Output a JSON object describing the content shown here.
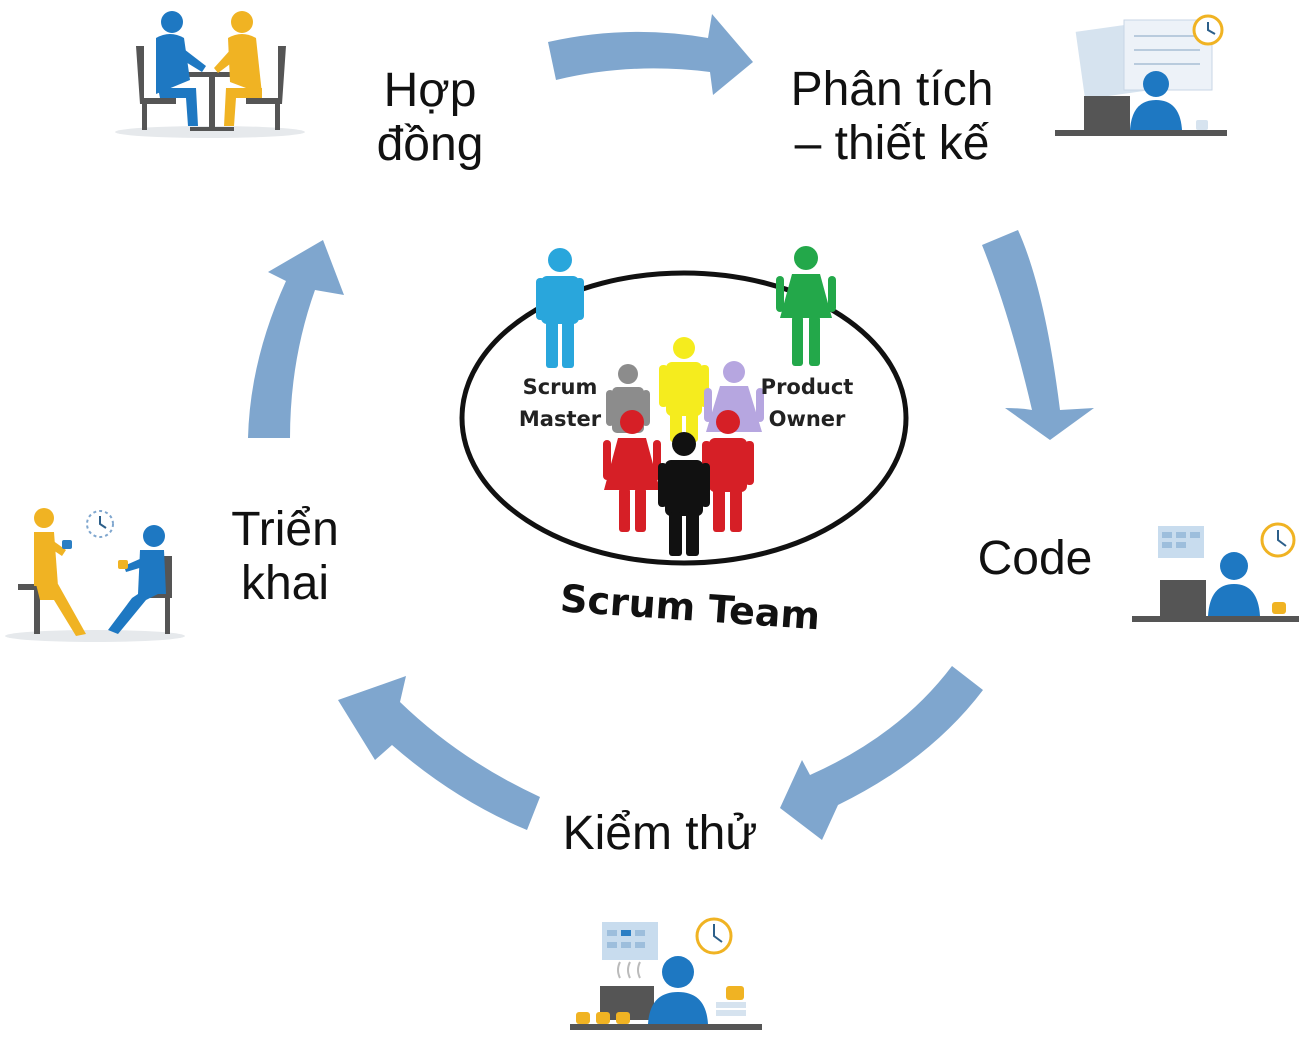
{
  "diagram": {
    "phases": {
      "contract": [
        "Hợp",
        "đồng"
      ],
      "design": [
        "Phân tích",
        "– thiết kế"
      ],
      "code": [
        "Code"
      ],
      "test": [
        "Kiểm thử"
      ],
      "deploy": [
        "Triển",
        "khai"
      ]
    },
    "team": {
      "title": "Scrum Team",
      "scrum_master": [
        "Scrum",
        "Master"
      ],
      "product_owner": [
        "Product",
        "Owner"
      ]
    },
    "colors": {
      "arrow": "#7FA6CE",
      "person_blue": "#1E78C2",
      "person_yellow": "#F0B323",
      "scrum_master": "#29A6DC",
      "product_owner": "#23A84A",
      "member_red": "#D61F26",
      "member_yellow": "#F5EC1E",
      "member_purple": "#B6A6E0",
      "member_gray": "#8C8C8C",
      "member_black": "#111111"
    },
    "icons": [
      "meeting-icon",
      "design-work-icon",
      "coding-work-icon",
      "testing-work-icon",
      "deploy-chat-icon"
    ]
  }
}
